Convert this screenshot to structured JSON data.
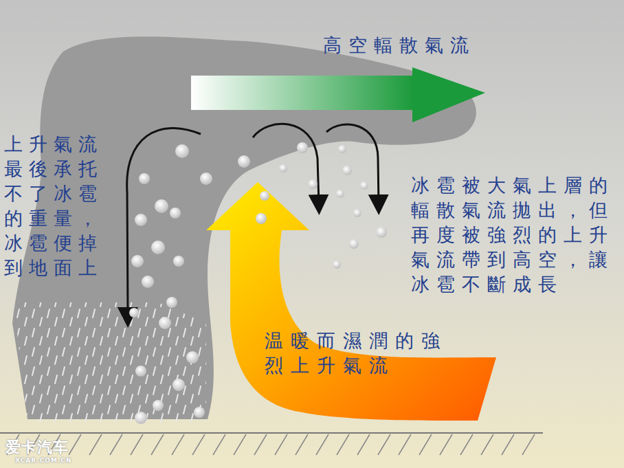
{
  "diagram": {
    "labels": [
      "高空輻散氣流",
      "上升氣流最後承托不了冰雹的重量，冰雹便掉到地面上",
      "冰雹被大氣上層的輻散氣流拋出，但再度被強烈的上升氣流帶到高空，讓冰雹不斷成長",
      "温暖而濕潤的強烈上升氣流",
      "爱卡汽车",
      "XCAR.COM.CN"
    ]
  }
}
